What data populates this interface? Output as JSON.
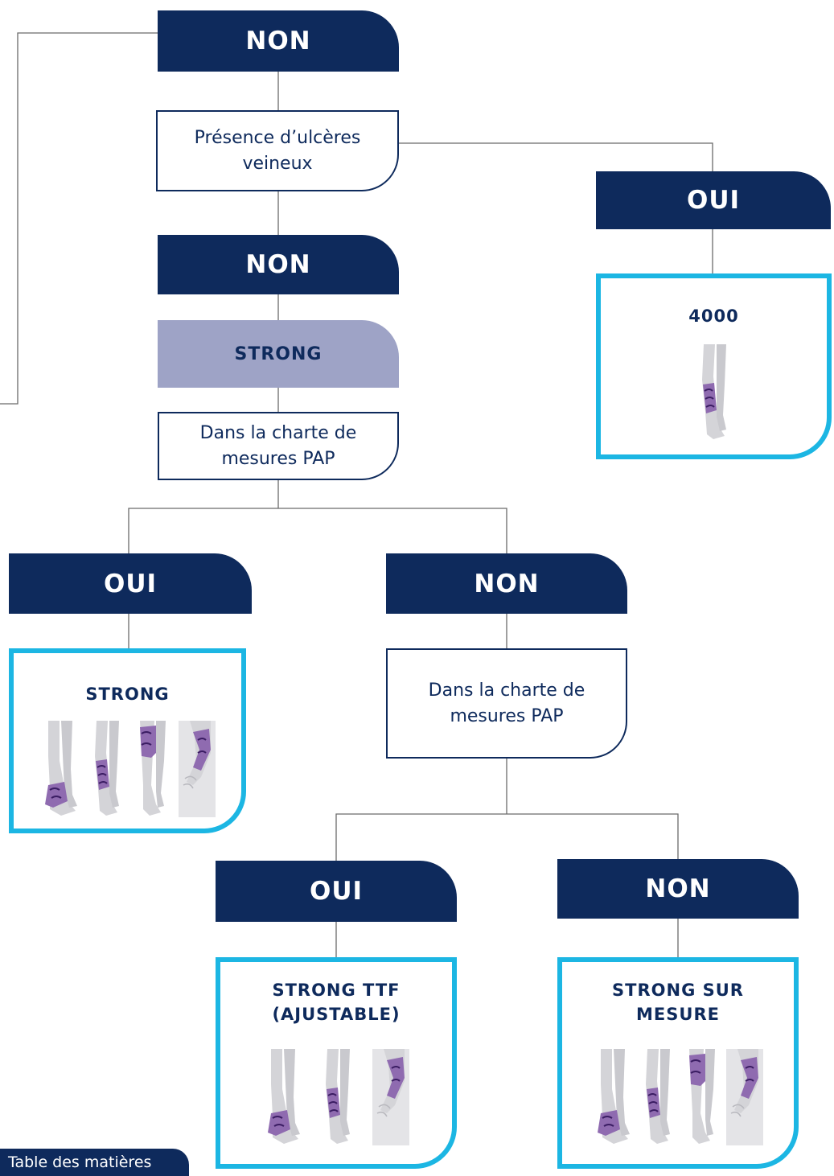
{
  "colors": {
    "navy": "#0e2a5c",
    "cyan": "#1cb6e3",
    "lavender": "#9ea3c6",
    "leg_grey": "#d4d4d8",
    "brace_purple": "#8f6bb0"
  },
  "nodes": {
    "non_top": "NON",
    "q_ulcers": "Présence d’ulcères veineux",
    "oui_right": "OUI",
    "non_mid": "NON",
    "strong_muted": "STRONG",
    "q_chart_1": "Dans la charte de mesures PAP",
    "oui_left": "OUI",
    "non_center": "NON",
    "q_chart_2": "Dans la charte de mesures PAP",
    "oui_bottom": "OUI",
    "non_bottom": "NON"
  },
  "products": {
    "p4000": {
      "title": "4000",
      "icons": [
        "leg-calf-brace-icon"
      ]
    },
    "strong": {
      "title": "STRONG",
      "icons": [
        "leg-ankle-brace-icon",
        "leg-calf-brace-icon",
        "leg-knee-brace-icon",
        "arm-brace-icon"
      ]
    },
    "strong_ttf": {
      "title": "STRONG TTF (AJUSTABLE)",
      "icons": [
        "leg-ankle-brace-icon",
        "leg-calf-brace-icon",
        "arm-brace-icon"
      ]
    },
    "strong_custom": {
      "title": "STRONG SUR MESURE",
      "icons": [
        "leg-ankle-brace-icon",
        "leg-calf-brace-icon",
        "leg-knee-brace-icon",
        "arm-brace-icon"
      ]
    }
  },
  "footer": {
    "toc": "Table des matières"
  }
}
